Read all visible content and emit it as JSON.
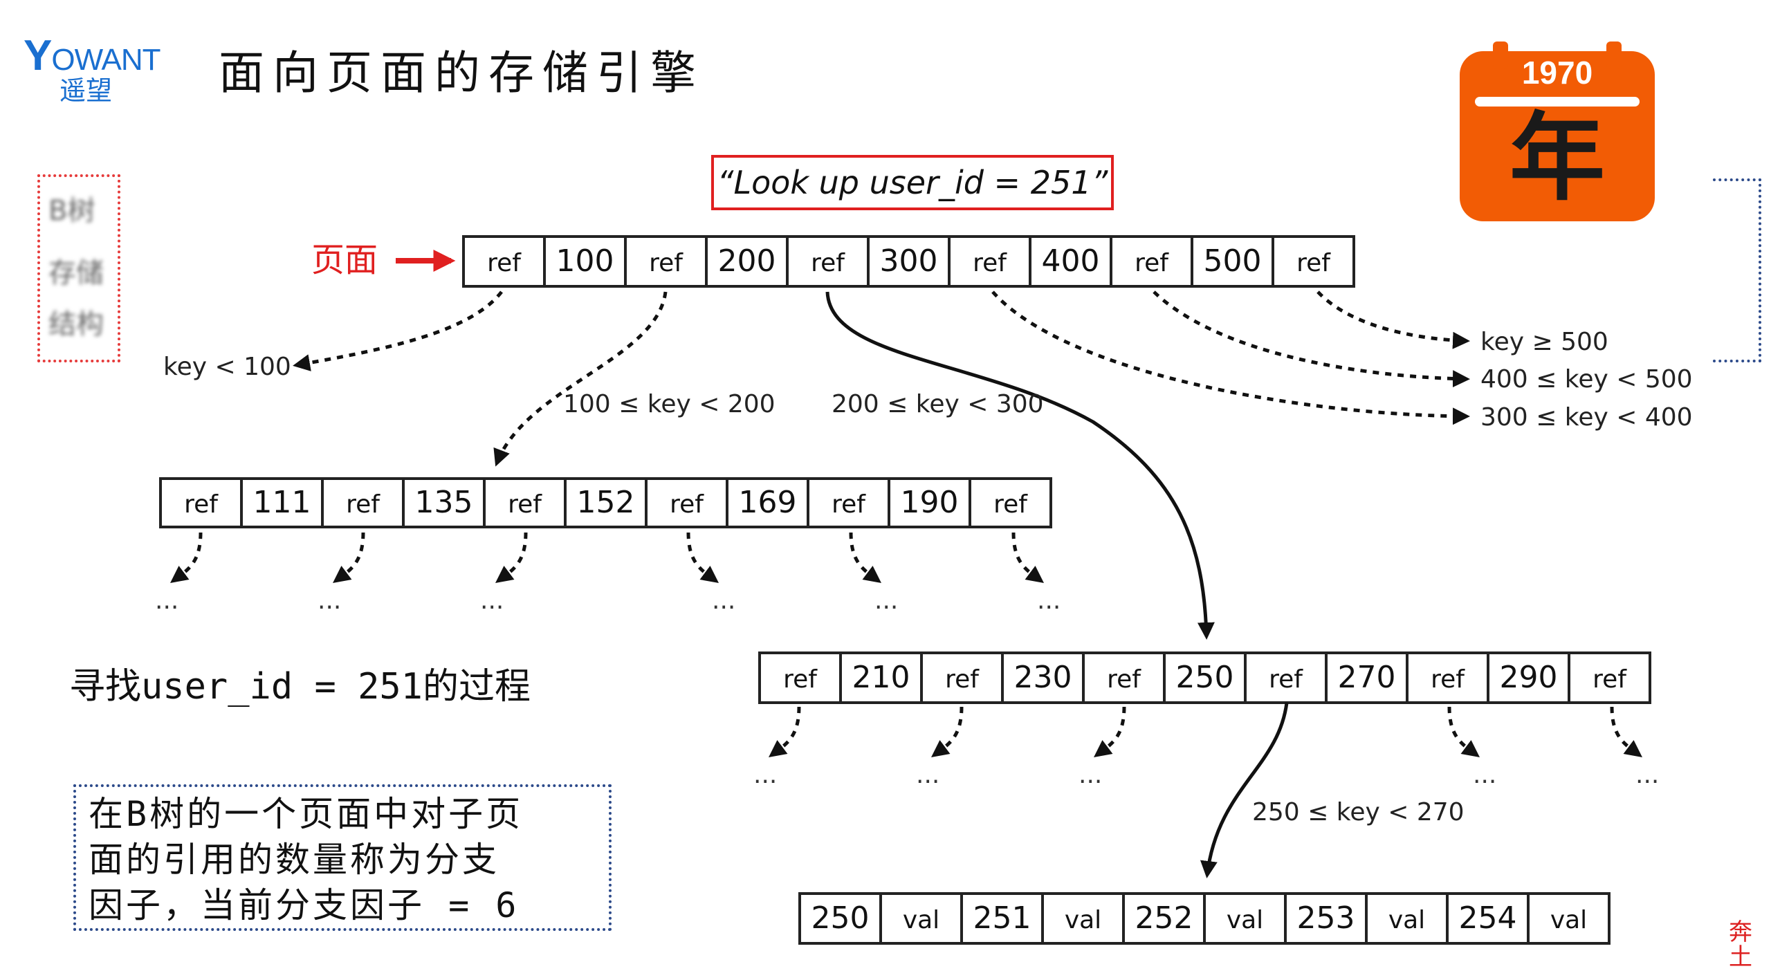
{
  "logo": {
    "en": "YOWANT",
    "cn": "遥望"
  },
  "title": "面向页面的存储引擎",
  "calendar": {
    "year": "1970",
    "glyph": "年",
    "color": "#f25c05"
  },
  "side_note": {
    "lines": [
      "B树",
      "存储",
      "结构"
    ]
  },
  "lookup": "“Look up user_id = 251”",
  "page_label": "页面",
  "root_cells": [
    "ref",
    "100",
    "ref",
    "200",
    "ref",
    "300",
    "ref",
    "400",
    "ref",
    "500",
    "ref"
  ],
  "left_cells": [
    "ref",
    "111",
    "ref",
    "135",
    "ref",
    "152",
    "ref",
    "169",
    "ref",
    "190",
    "ref"
  ],
  "mid_cells": [
    "ref",
    "210",
    "ref",
    "230",
    "ref",
    "250",
    "ref",
    "270",
    "ref",
    "290",
    "ref"
  ],
  "leaf_cells": [
    "250",
    "val",
    "251",
    "val",
    "252",
    "val",
    "253",
    "val",
    "254",
    "val"
  ],
  "ranges": {
    "lt100": "key < 100",
    "r100_200": "100 ≤ key < 200",
    "r200_300": "200 ≤ key < 300",
    "ge500": "key ≥ 500",
    "r400_500": "400 ≤ key < 500",
    "r300_400": "300 ≤ key < 400",
    "r250_270": "250 ≤ key < 270"
  },
  "ellipsis": "...",
  "process_text": "寻找user_id = 251的过程",
  "info_lines": [
    "在B树的一个页面中对子页",
    "面的引用的数量称为分支",
    "因子，当前分支因子 = 6"
  ],
  "seal_text": "奔土"
}
